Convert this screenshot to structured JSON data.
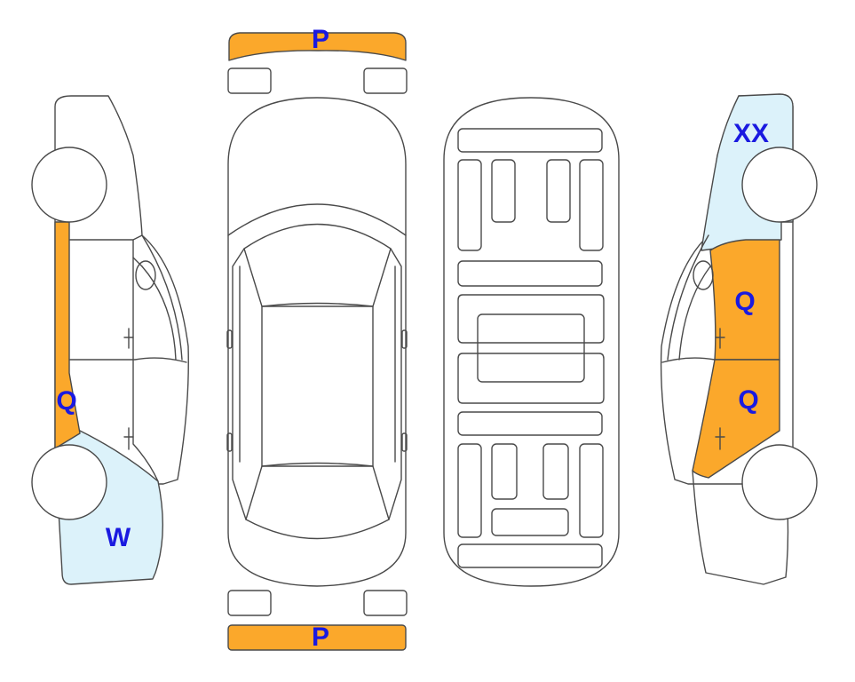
{
  "colors": {
    "damage_orange": "#FBA82B",
    "damage_light_blue": "#DCF2FA",
    "label_blue": "#1A1AE0",
    "outline": "#4A4A4A",
    "background": "#FFFFFF"
  },
  "labels": {
    "front_bumper": "P",
    "rear_bumper": "P",
    "left_pillar": "Q",
    "left_rear_quarter": "W",
    "right_front_fender": "XX",
    "right_front_door": "Q",
    "right_rear_door": "Q"
  }
}
